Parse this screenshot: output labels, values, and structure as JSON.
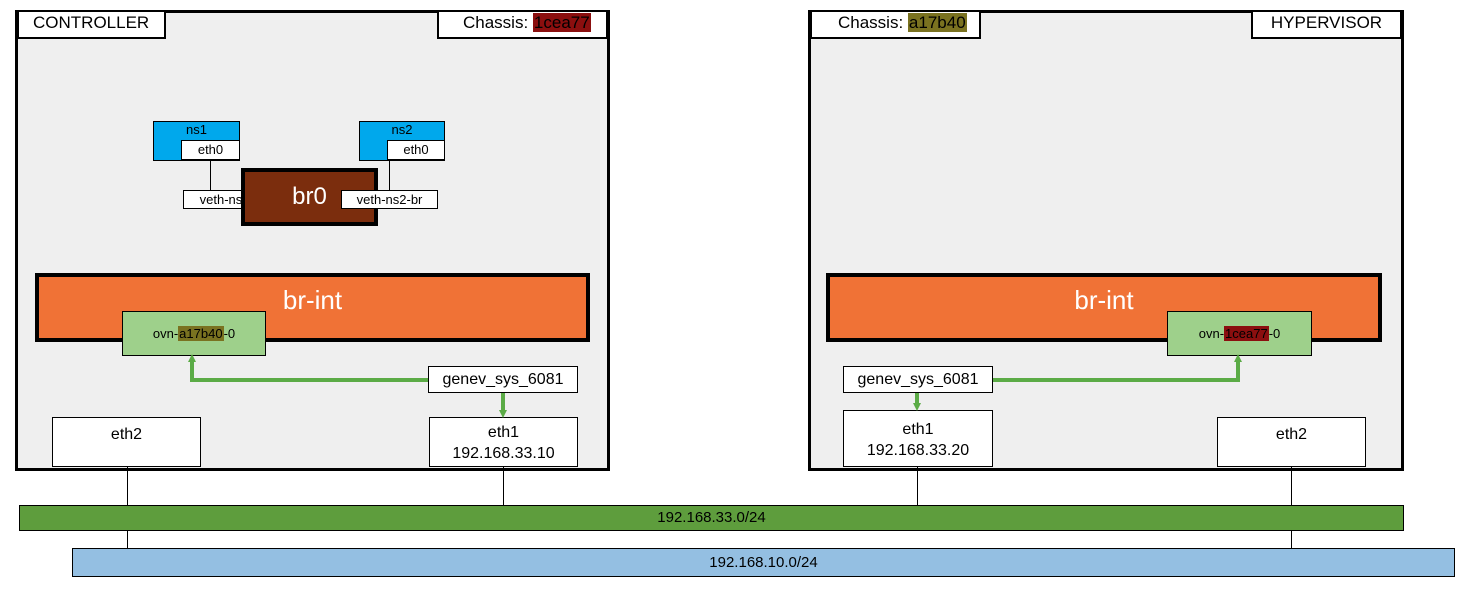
{
  "controller": {
    "title": "CONTROLLER",
    "chassis_label": "Chassis: ",
    "chassis_id": "1cea77",
    "chassis_color": "#8b0f0f",
    "ns1": {
      "name": "ns1",
      "iface": "eth0",
      "veth": "veth-ns1-br"
    },
    "ns2": {
      "name": "ns2",
      "iface": "eth0",
      "veth": "veth-ns2-br"
    },
    "br0": "br0",
    "br_int": "br-int",
    "ovn_port": {
      "prefix": "ovn-",
      "id": "a17b40",
      "suffix": "-0",
      "id_color": "#7a7220"
    },
    "geneve": "genev_sys_6081",
    "eth1": {
      "name": "eth1",
      "ip": "192.168.33.10"
    },
    "eth2": {
      "name": "eth2"
    }
  },
  "hypervisor": {
    "title": "HYPERVISOR",
    "chassis_label": "Chassis: ",
    "chassis_id": "a17b40",
    "chassis_color": "#7a7220",
    "br_int": "br-int",
    "ovn_port": {
      "prefix": "ovn-",
      "id": "1cea77",
      "suffix": "-0",
      "id_color": "#8b0f0f"
    },
    "geneve": "genev_sys_6081",
    "eth1": {
      "name": "eth1",
      "ip": "192.168.33.20"
    },
    "eth2": {
      "name": "eth2"
    }
  },
  "networks": {
    "net33": {
      "cidr": "192.168.33.0/24",
      "color": "#5e9d3d"
    },
    "net10": {
      "cidr": "192.168.10.0/24",
      "color": "#94bfe2"
    }
  }
}
